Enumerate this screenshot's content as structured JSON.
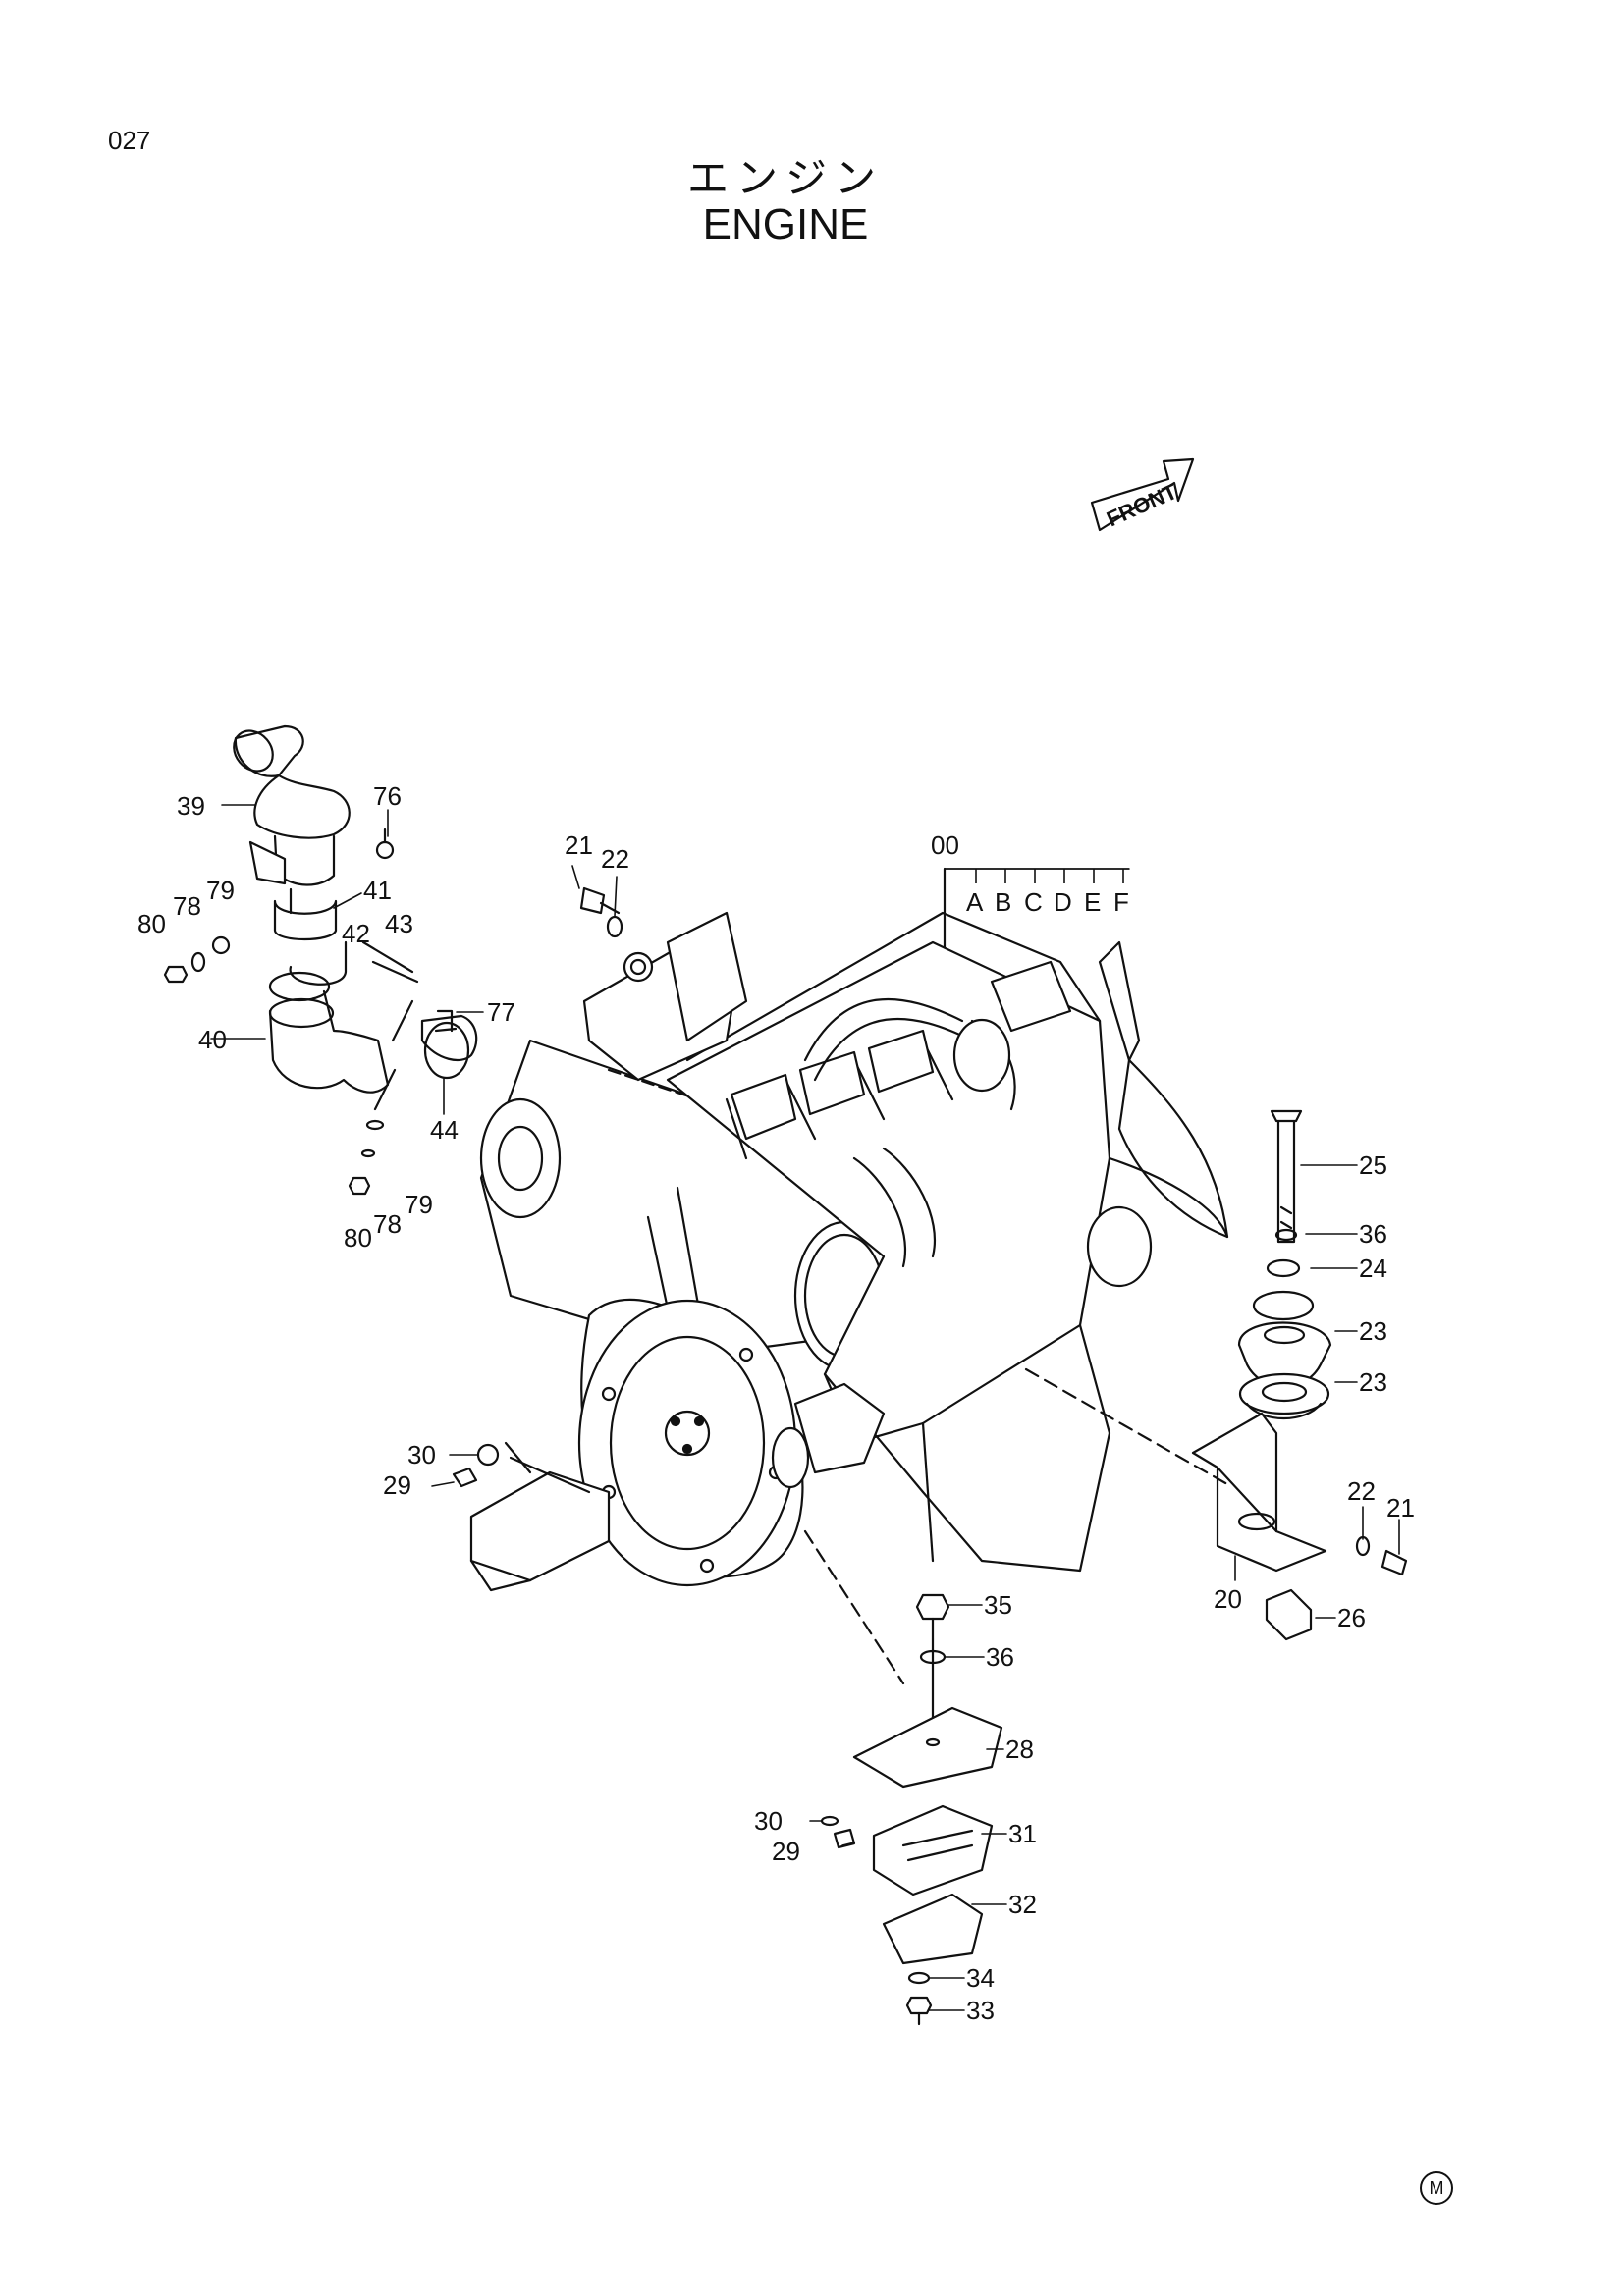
{
  "page_number": "027",
  "title_jp": "エンジン",
  "title_en": "ENGINE",
  "front_label": "FRONT",
  "assembly_ref": "00",
  "variant_letters": [
    "A",
    "B",
    "C",
    "D",
    "E",
    "F"
  ],
  "callouts": {
    "c39": "39",
    "c76": "76",
    "c41": "41",
    "c79a": "79",
    "c78a": "78",
    "c80a": "80",
    "c42": "42",
    "c43": "43",
    "c40": "40",
    "c77": "77",
    "c44": "44",
    "c80b": "80",
    "c78b": "78",
    "c79b": "79",
    "c21a": "21",
    "c22a": "22",
    "c25": "25",
    "c36a": "36",
    "c24": "24",
    "c23a": "23",
    "c23b": "23",
    "c22b": "22",
    "c21b": "21",
    "c20": "20",
    "c26": "26",
    "c30a": "30",
    "c29a": "29",
    "c35": "35",
    "c36b": "36",
    "c28": "28",
    "c30b": "30",
    "c29b": "29",
    "c31": "31",
    "c32": "32",
    "c34": "34",
    "c33": "33"
  },
  "corner_mark": "M"
}
